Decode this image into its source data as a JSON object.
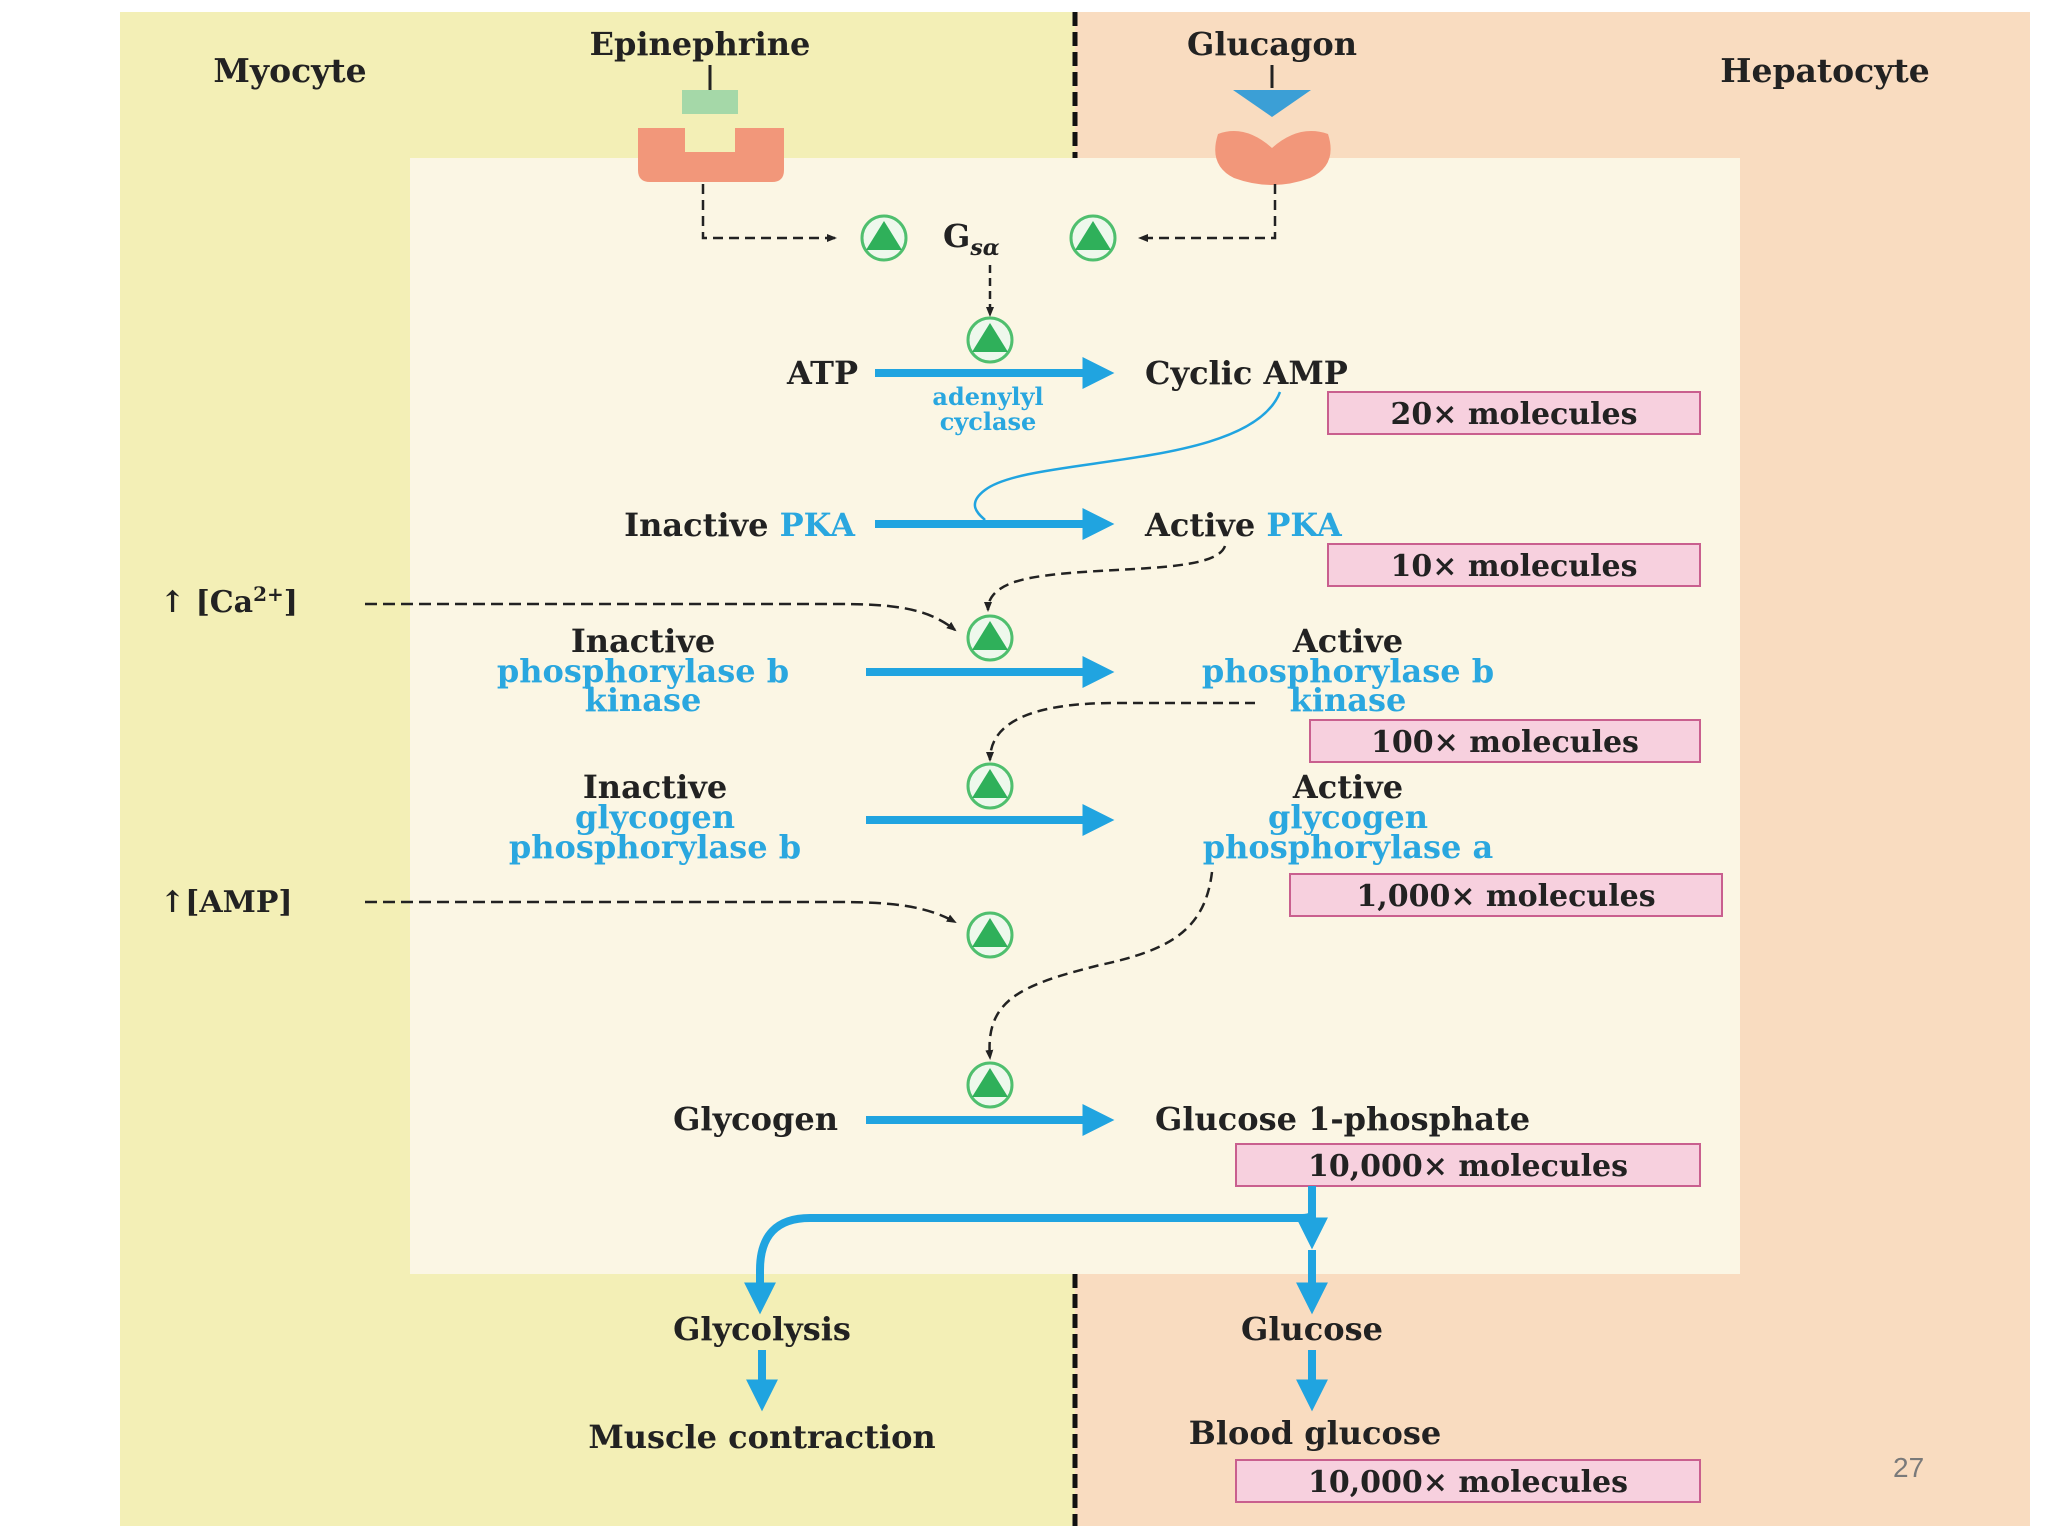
{
  "colors": {
    "myocyte_bg": "#f3efb6",
    "hepatocyte_bg": "#f9dcc0",
    "inner_bg": "#fbf6e4",
    "arrow_blue": "#20a4e0",
    "count_box_fill": "#f7d0de",
    "count_box_stroke": "#c95f8e",
    "receptor": "#f2977a",
    "epinephrine_ligand": "#a5d8a8",
    "glucagon_ligand": "#3b9fd6",
    "activator_fill": "#2fb05a",
    "activator_ring": "#4fbf6e",
    "text": "#222222",
    "text_blue": "#2aa7df"
  },
  "icons": [
    "activator-triangle-icon",
    "receptor-icon",
    "epinephrine-ligand-icon",
    "glucagon-ligand-icon"
  ],
  "cells": {
    "left": "Myocyte",
    "right": "Hepatocyte"
  },
  "hormones": {
    "left": "Epinephrine",
    "right": "Glucagon"
  },
  "g_protein": {
    "main": "G",
    "sub": "sα"
  },
  "steps": {
    "atp": "ATP",
    "cyclic_amp": "Cyclic AMP",
    "enzyme_line1": "adenylyl",
    "enzyme_line2": "cyclase",
    "count_camp": "20× molecules",
    "inactive_prefix": "Inactive ",
    "active_prefix": "Active ",
    "pka": "PKA",
    "count_pka": "10× molecules",
    "calcium_pre": "↑ [Ca",
    "calcium_sup": "2+",
    "calcium_post": "]",
    "inactive_word": "Inactive",
    "active_word": "Active",
    "phk_line1": "phosphorylase b",
    "phk_line2": "kinase",
    "count_phk": "100× molecules",
    "gp_line1": "glycogen",
    "gp_inactive_line2": "phosphorylase b",
    "gp_active_line2": "phosphorylase a",
    "count_gp": "1,000× molecules",
    "amp": "↑[AMP]",
    "glycogen": "Glycogen",
    "g1p": "Glucose 1-phosphate",
    "count_g1p": "10,000× molecules",
    "glycolysis": "Glycolysis",
    "glucose": "Glucose",
    "muscle": "Muscle contraction",
    "blood_glucose": "Blood glucose",
    "count_blood": "10,000× molecules"
  },
  "slide_number": "27"
}
